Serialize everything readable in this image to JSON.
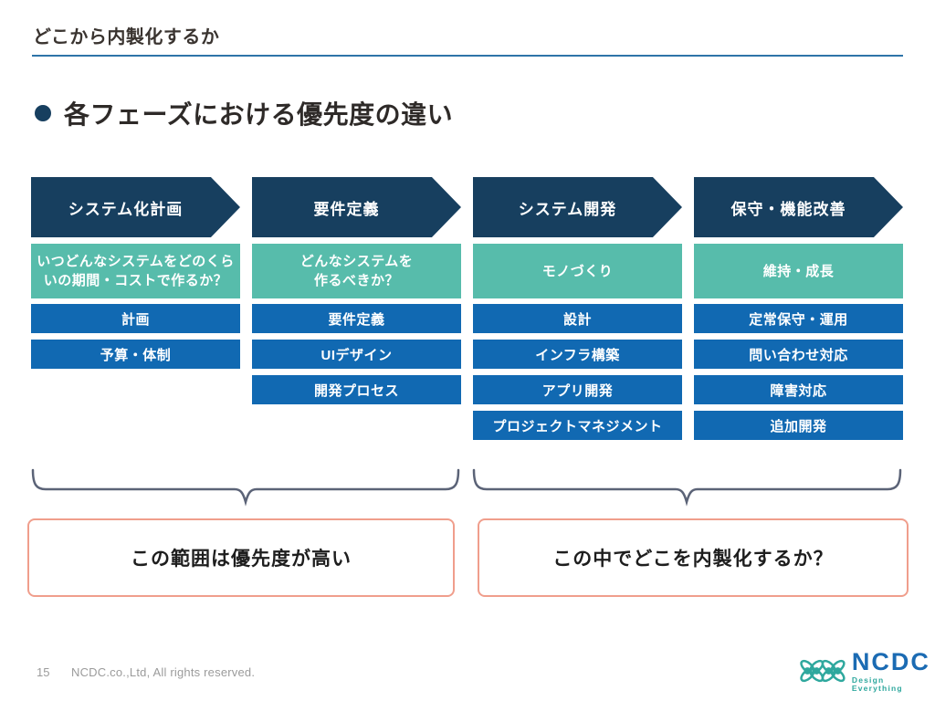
{
  "slide": {
    "title": "どこから内製化するか",
    "heading": "各フェーズにおける優先度の違い",
    "page_number": "15",
    "copyright": "NCDC.co.,Ltd, All rights reserved."
  },
  "logo": {
    "name": "NCDC",
    "tagline": "Design Everything"
  },
  "colors": {
    "navy": "#173f5f",
    "blue": "#1169b2",
    "teal": "#57bcab",
    "accent_line": "#2e74a8",
    "brace": "#5b6377",
    "callout_border": "#f09e8c",
    "logo_blue": "#1b6bb3",
    "logo_teal": "#2fa89e"
  },
  "phases": [
    {
      "name": "システム化計画",
      "summary": "いつどんなシステムをどのくらいの期間・コストで作るか？",
      "items": [
        "計画",
        "予算・体制"
      ]
    },
    {
      "name": "要件定義",
      "summary": "どんなシステムを\n作るべきか？",
      "items": [
        "要件定義",
        "UIデザイン",
        "開発プロセス"
      ]
    },
    {
      "name": "システム開発",
      "summary": "モノづくり",
      "items": [
        "設計",
        "インフラ構築",
        "アプリ開発",
        "プロジェクトマネジメント"
      ]
    },
    {
      "name": "保守・機能改善",
      "summary": "維持・成長",
      "items": [
        "定常保守・運用",
        "問い合わせ対応",
        "障害対応",
        "追加開発"
      ]
    }
  ],
  "callouts": [
    {
      "label": "この範囲は優先度が高い"
    },
    {
      "label": "この中でどこを内製化するか？"
    }
  ]
}
